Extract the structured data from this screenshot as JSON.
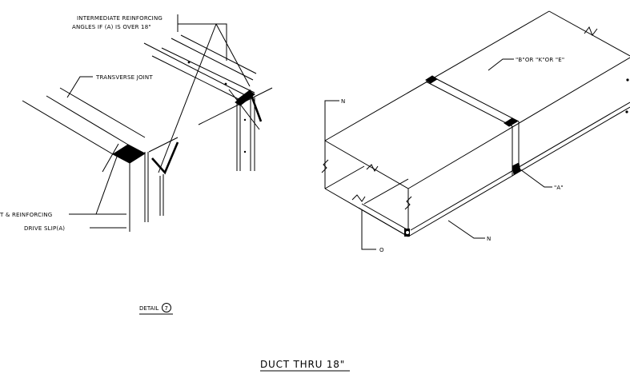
{
  "labels": {
    "intermediate_line1": "INTERMEDIATE REINFORCING",
    "intermediate_line2": "ANGLES IF (A) IS OVER 18\"",
    "transverse_joint": "TRANSVERSE JOINT",
    "joint_reinforcing": "T & REINFORCING",
    "drive_slip": "DRIVE SLIP(A)",
    "b_k_e": "\"B\"OR  \"K\"OR  \"E\"",
    "a_label": "\"A\"",
    "n_top": "N",
    "n_bottom": "N",
    "o_label": "O"
  },
  "detail": {
    "prefix": "DETAIL",
    "number": "7"
  },
  "title": "DUCT THRU 18\""
}
